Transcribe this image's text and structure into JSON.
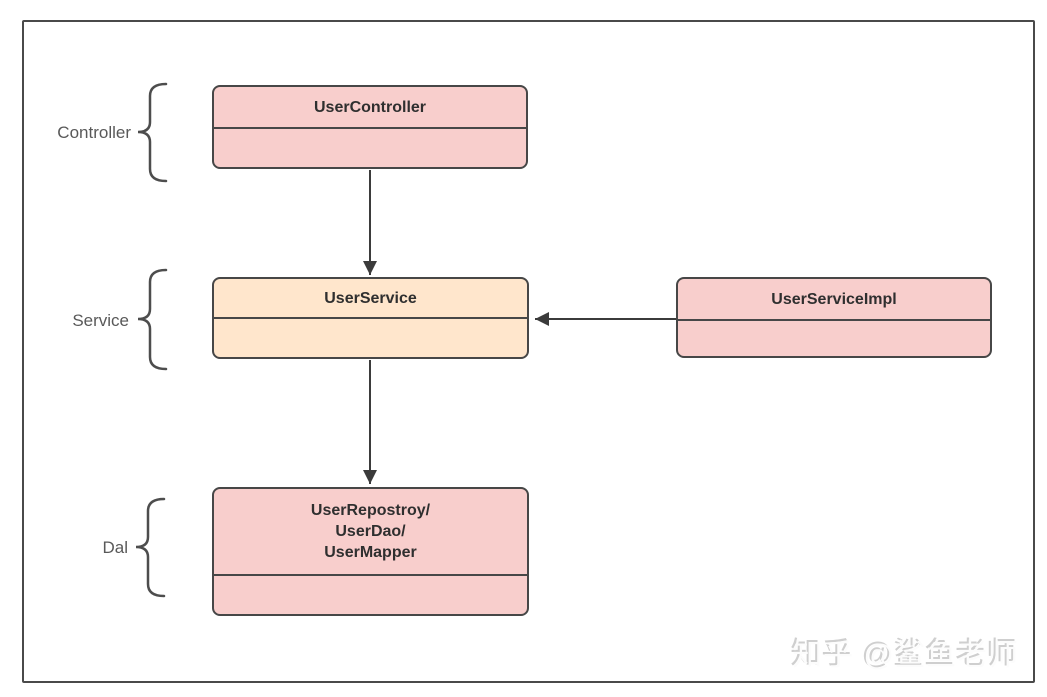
{
  "labels": {
    "controller": "Controller",
    "service": "Service",
    "dal": "Dal"
  },
  "boxes": {
    "user_controller": {
      "title": "UserController",
      "fill": "#F8CECC"
    },
    "user_service": {
      "title": "UserService",
      "fill": "#FFE6CC"
    },
    "user_service_impl": {
      "title": "UserServiceImpl",
      "fill": "#F8CECC"
    },
    "dal": {
      "title_lines": [
        "UserRepostroy/",
        "UserDao/",
        "UserMapper"
      ],
      "fill": "#F8CECC"
    }
  },
  "arrows": [
    {
      "from": "UserController",
      "to": "UserService",
      "direction": "down"
    },
    {
      "from": "UserService",
      "to": "UserRepostroy/UserDao/UserMapper",
      "direction": "down"
    },
    {
      "from": "UserServiceImpl",
      "to": "UserService",
      "direction": "left"
    }
  ],
  "watermark": "知乎 @鲨鱼老师",
  "colors": {
    "box_border": "#474747",
    "pink_fill": "#F8CECC",
    "orange_fill": "#FFE6CC",
    "label_text": "#595959",
    "arrow": "#3b3b3b",
    "frame_border": "#4a4a4a"
  }
}
